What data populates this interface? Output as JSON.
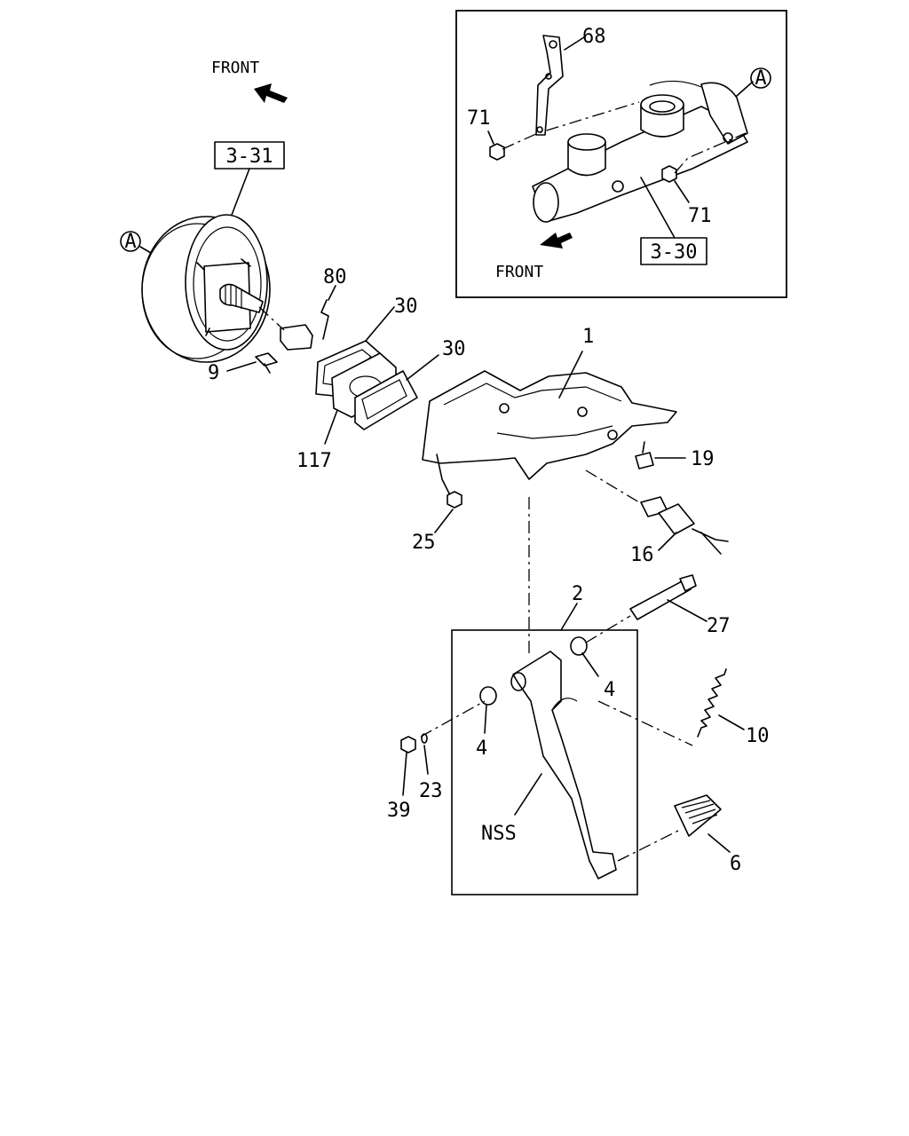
{
  "front_labels": {
    "main": "FRONT",
    "inset": "FRONT"
  },
  "ref_boxes": {
    "booster": "3-31",
    "master_cylinder": "3-30"
  },
  "circle_markers": {
    "booster": "A",
    "inset": "A"
  },
  "callouts": {
    "c68": "68",
    "c71_top": "71",
    "c71_bottom": "71",
    "c80": "80",
    "c30_top": "30",
    "c30_mid": "30",
    "c1": "1",
    "c9": "9",
    "c117": "117",
    "c19": "19",
    "c25": "25",
    "c16": "16",
    "c2": "2",
    "c27": "27",
    "c4_right": "4",
    "c4_left": "4",
    "c10": "10",
    "c39": "39",
    "c23": "23",
    "nss": "NSS",
    "c6": "6"
  }
}
